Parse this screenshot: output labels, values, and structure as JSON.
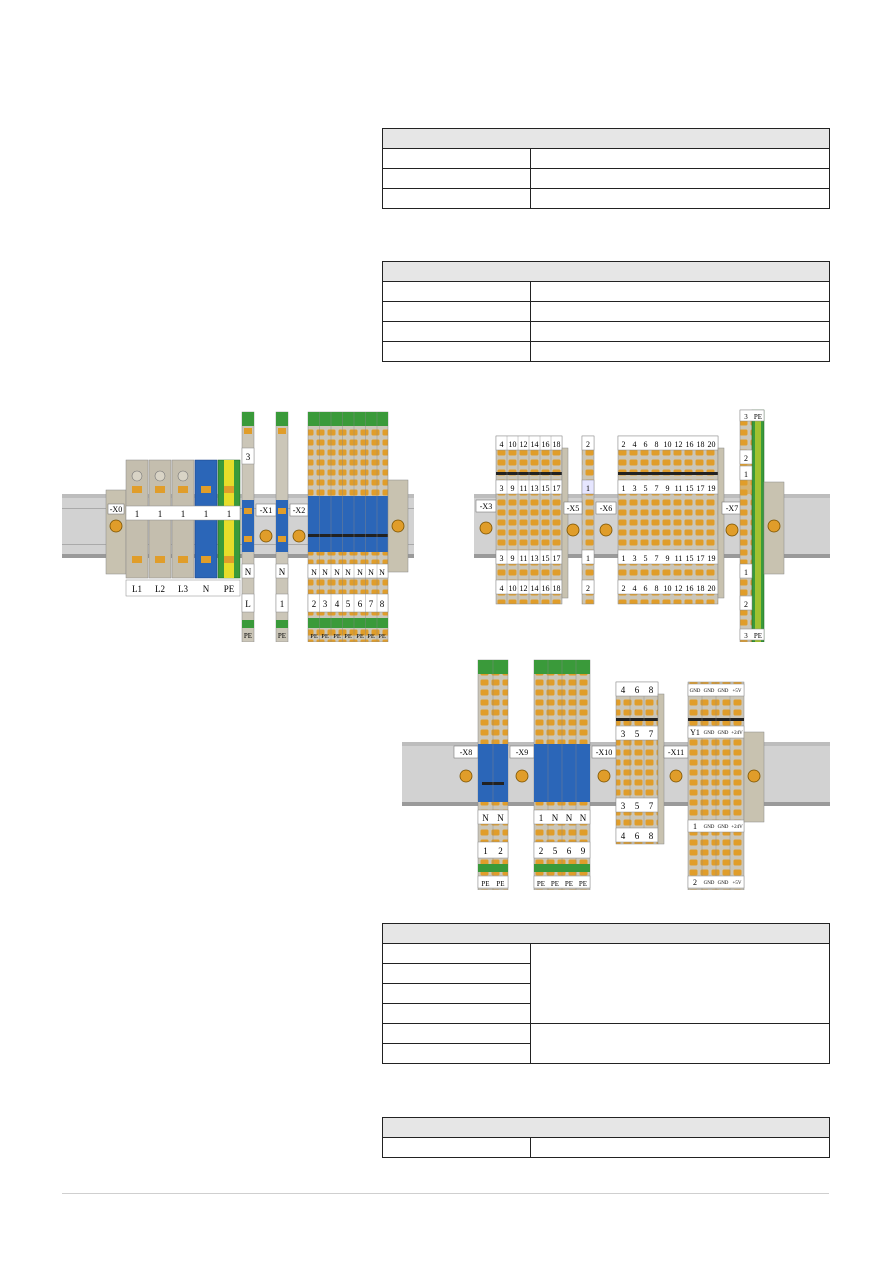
{
  "diagram1": {
    "labels": {
      "x0": "-X0",
      "x1": "-X1",
      "x2": "-X2"
    },
    "x0_top": [
      "1",
      "1",
      "1",
      "1",
      "1"
    ],
    "x0_bottom": [
      "L1",
      "L2",
      "L3",
      "N",
      "PE"
    ],
    "x1a": {
      "top": "3",
      "mid": "N",
      "bot": "L",
      "pe": "PE"
    },
    "x1b": {
      "mid": "N",
      "bot": "1",
      "pe": "PE"
    },
    "x2_n": [
      "N",
      "N",
      "N",
      "N",
      "N",
      "N",
      "N"
    ],
    "x2_num": [
      "2",
      "3",
      "4",
      "5",
      "6",
      "7",
      "8"
    ],
    "x2_pe": [
      "PE",
      "PE",
      "PE",
      "PE",
      "PE",
      "PE",
      "PE"
    ]
  },
  "diagram2": {
    "labels": {
      "x3": "-X3",
      "x5": "-X5",
      "x6": "-X6",
      "x7": "-X7"
    },
    "x3_top": [
      "4",
      "10",
      "12",
      "14",
      "16",
      "18"
    ],
    "x3_r1": [
      "3",
      "9",
      "11",
      "13",
      "15",
      "17"
    ],
    "x3_r2": [
      "3",
      "9",
      "11",
      "13",
      "15",
      "17"
    ],
    "x3_bot": [
      "4",
      "10",
      "12",
      "14",
      "16",
      "18"
    ],
    "x5": {
      "top": "2",
      "r1": "1",
      "r2": "1",
      "bot": "2"
    },
    "x6_top": [
      "2",
      "4",
      "6",
      "8",
      "10",
      "12",
      "16",
      "18",
      "20"
    ],
    "x6_r1": [
      "1",
      "3",
      "5",
      "7",
      "9",
      "11",
      "15",
      "17",
      "19"
    ],
    "x6_r2": [
      "1",
      "3",
      "5",
      "7",
      "9",
      "11",
      "15",
      "17",
      "19"
    ],
    "x6_bot": [
      "2",
      "4",
      "6",
      "8",
      "10",
      "12",
      "16",
      "18",
      "20"
    ],
    "x7": {
      "top1": "3",
      "top2": "PE",
      "a": "2",
      "b": "1",
      "c": "1",
      "d": "2",
      "bot1": "3",
      "bot2": "PE"
    }
  },
  "diagram3": {
    "labels": {
      "x8": "-X8",
      "x9": "-X9",
      "x10": "-X10",
      "x11": "-X11"
    },
    "x8_n": [
      "N",
      "N"
    ],
    "x8_num": [
      "1",
      "2"
    ],
    "x8_pe": [
      "PE",
      "PE"
    ],
    "x9_n": [
      "1",
      "N",
      "N",
      "N"
    ],
    "x9_num": [
      "2",
      "5",
      "6",
      "9"
    ],
    "x9_pe": [
      "PE",
      "PE",
      "PE",
      "PE"
    ],
    "x10_top": [
      "4",
      "6",
      "8"
    ],
    "x10_r1": [
      "3",
      "5",
      "7"
    ],
    "x10_r2": [
      "3",
      "5",
      "7"
    ],
    "x10_bot": [
      "4",
      "6",
      "8"
    ],
    "x11_top": [
      "GND",
      "GND",
      "GND",
      "+5V"
    ],
    "x11_r1": [
      "Y1",
      "GND",
      "GND",
      "+24V"
    ],
    "x11_r2": [
      "1",
      "GND",
      "GND",
      "+24V"
    ],
    "x11_bot": [
      "2",
      "GND",
      "GND",
      "+5V"
    ]
  }
}
